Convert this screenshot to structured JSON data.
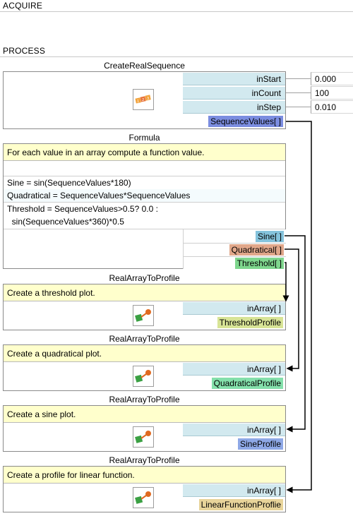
{
  "sections": {
    "acquire": "ACQUIRE",
    "process": "PROCESS"
  },
  "colors": {
    "sequence_values": "#7b8de0",
    "sine": "#84c3dc",
    "quadratical": "#e1a78a",
    "threshold": "#7ed68d",
    "threshold_profile": "#d8e496",
    "quadratical_profile": "#84e0ab",
    "sine_profile": "#8ea8e6",
    "linear_profile": "#e8d49a"
  },
  "filters": {
    "create_real_sequence": {
      "title": "CreateRealSequence",
      "icon": "sequence-123-icon",
      "inputs": [
        {
          "label": "inStart",
          "value": "0.000"
        },
        {
          "label": "inCount",
          "value": "100"
        },
        {
          "label": "inStep",
          "value": "0.010"
        }
      ],
      "output": "SequenceValues[ ]"
    },
    "formula": {
      "title": "Formula",
      "description": "For each value in an array compute a function value.",
      "lines": [
        "Sine = sin(SequenceValues*180)",
        "Quadratical = SequenceValues*SequenceValues",
        "Threshold = SequenceValues>0.5? 0.0 :",
        "  sin(SequenceValues*360)*0.5"
      ],
      "outputs": [
        "Sine[ ]",
        "Quadratical[ ]",
        "Threshold[ ]"
      ]
    },
    "profile_threshold": {
      "title": "RealArrayToProfile",
      "description": "Create a threshold plot.",
      "icon": "array-to-profile-icon",
      "input": "inArray[ ]",
      "output": "ThresholdProfile"
    },
    "profile_quadratical": {
      "title": "RealArrayToProfile",
      "description": "Create a quadratical plot.",
      "icon": "array-to-profile-icon",
      "input": "inArray[ ]",
      "output": "QuadraticalProfile"
    },
    "profile_sine": {
      "title": "RealArrayToProfile",
      "description": "Create a sine plot.",
      "icon": "array-to-profile-icon",
      "input": "inArray[ ]",
      "output": "SineProfile"
    },
    "profile_linear": {
      "title": "RealArrayToProfile",
      "description": "Create a profile for linear function.",
      "icon": "array-to-profile-icon",
      "input": "inArray[ ]",
      "output": "LinearFunctionProflie"
    }
  }
}
